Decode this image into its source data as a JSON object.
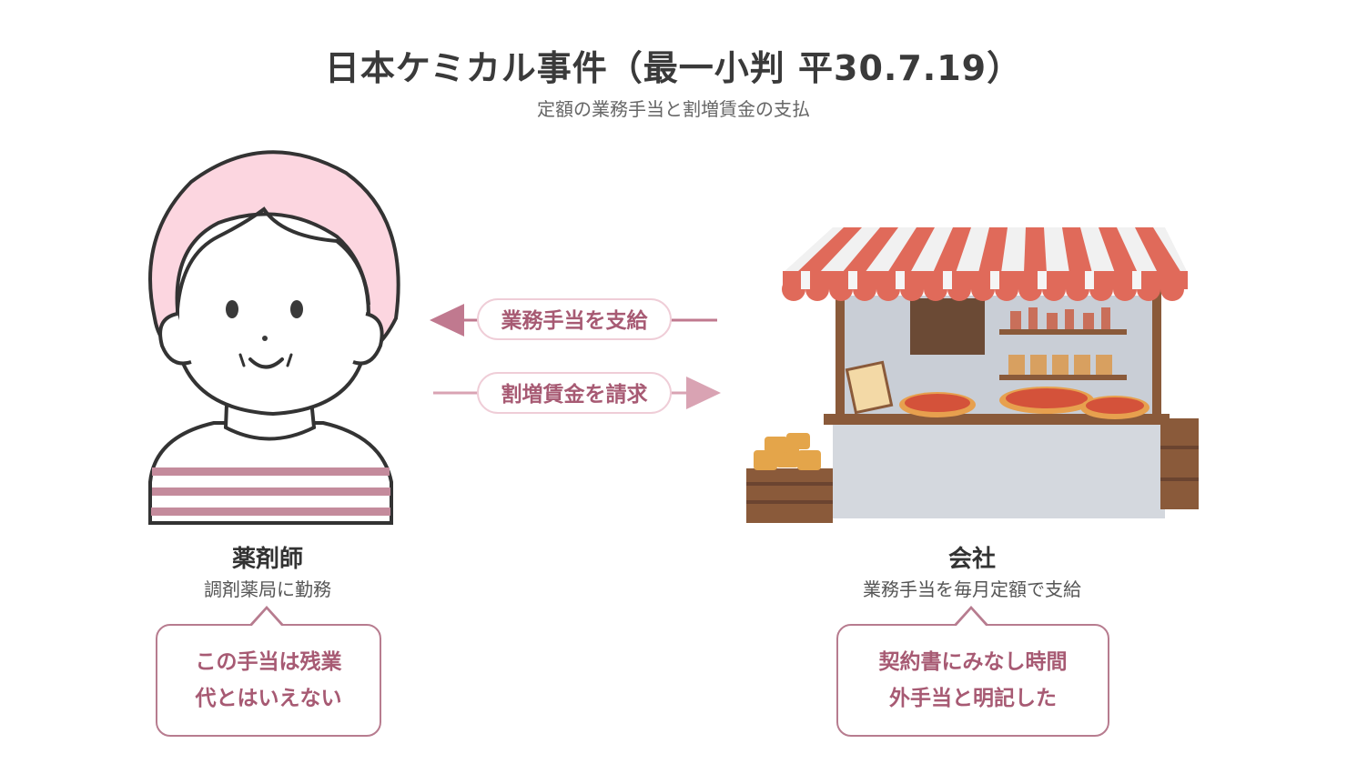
{
  "header": {
    "title": "日本ケミカル事件（最一小判 平30.7.19）",
    "subtitle": "定額の業務手当と割増賃金の支払"
  },
  "left_party": {
    "name": "薬剤師",
    "description": "調剤薬局に勤務",
    "bubble_lines": [
      "この手当は残業",
      "代とはいえない"
    ]
  },
  "right_party": {
    "name": "会社",
    "description": "業務手当を毎月定額で支給",
    "bubble_lines": [
      "契約書にみなし時間",
      "外手当と明記した"
    ]
  },
  "arrows": {
    "company_to_employee": "業務手当を支給",
    "employee_to_company": "割増賃金を請求"
  },
  "colors": {
    "accent": "#a75a73",
    "arrow": "#c0798f",
    "arrow_light": "#d9a3b3",
    "hair": "#fcd6e0",
    "stripe": "#c48b9c"
  }
}
